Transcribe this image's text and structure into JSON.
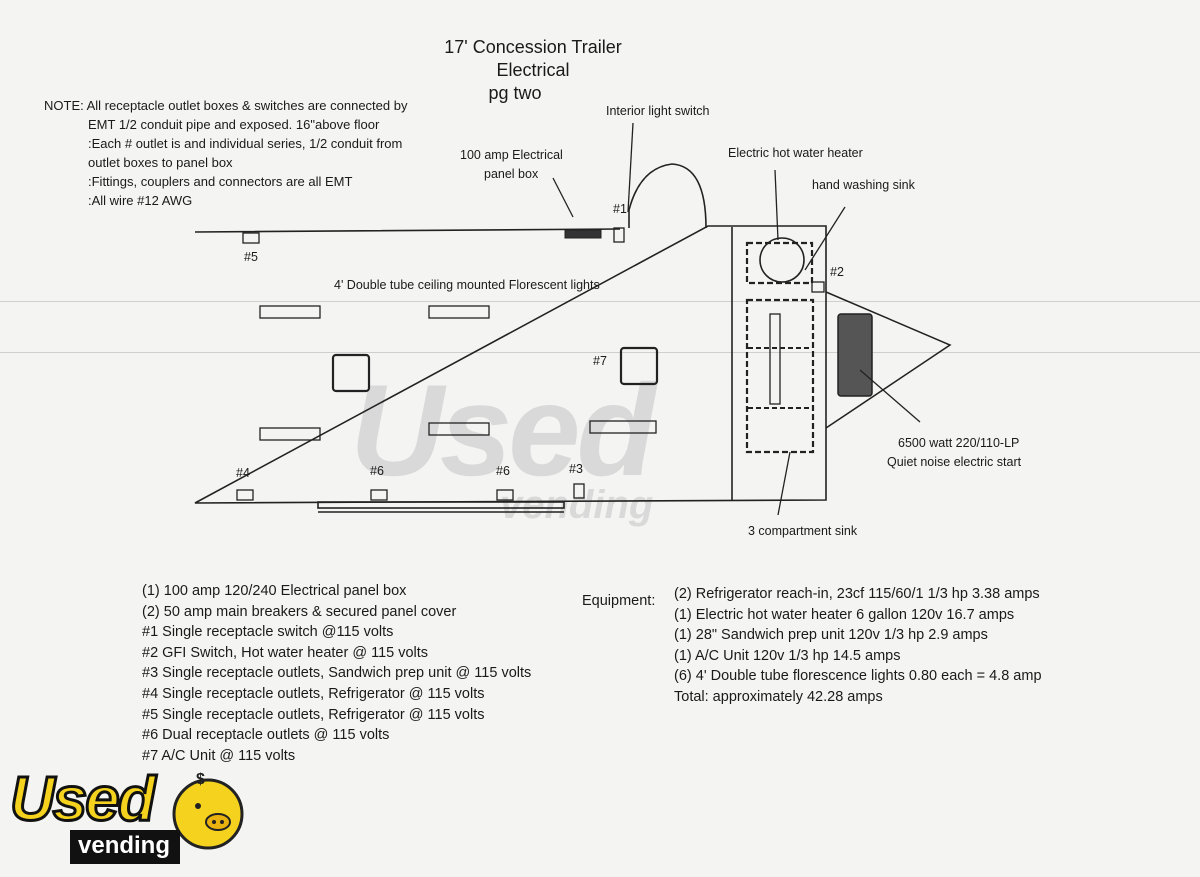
{
  "title": {
    "line1": "17' Concession Trailer",
    "line2": "Electrical",
    "line3": "pg two"
  },
  "note": {
    "line1": "NOTE: All receptacle outlet boxes & switches are connected by",
    "line2": "EMT 1/2 conduit pipe and exposed. 16\"above floor",
    "line3": ":Each # outlet is and individual series, 1/2 conduit from",
    "line4": "outlet boxes to panel box",
    "line5": ":Fittings, couplers and connectors are all EMT",
    "line6": ":All wire #12 AWG"
  },
  "labels": {
    "interior_switch": "Interior light switch",
    "panel_box_1": "100 amp Electrical",
    "panel_box_2": "panel box",
    "hot_water": "Electric hot water heater",
    "hand_sink": "hand washing sink",
    "lights": "4' Double tube ceiling mounted Florescent lights",
    "generator_1": "6500 watt 220/110-LP",
    "generator_2": "Quiet noise electric start",
    "comp_sink": "3 compartment sink"
  },
  "markers": {
    "m1": "#1",
    "m2": "#2",
    "m3": "#3",
    "m4": "#4",
    "m5": "#5",
    "m6a": "#6",
    "m6b": "#6",
    "m7": "#7"
  },
  "legend_left": [
    "(1) 100 amp 120/240 Electrical  panel box",
    "(2) 50 amp main breakers & secured panel cover",
    "#1 Single receptacle switch @115 volts",
    "#2 GFI Switch, Hot water heater @ 115 volts",
    "#3 Single receptacle outlets, Sandwich prep unit @ 115 volts",
    "#4 Single receptacle outlets, Refrigerator @ 115 volts",
    "#5 Single receptacle outlets, Refrigerator @ 115 volts",
    "#6 Dual receptacle outlets @ 115 volts",
    "#7 A/C Unit @ 115 volts"
  ],
  "equipment": {
    "heading": "Equipment:",
    "items": [
      "(2) Refrigerator reach-in,  23cf 115/60/1 1/3 hp 3.38 amps",
      "(1) Electric hot water heater 6 gallon  120v 16.7 amps",
      "(1) 28\" Sandwich prep unit  120v 1/3 hp 2.9 amps",
      "(1) A/C Unit  120v  1/3 hp 14.5 amps",
      "(6) 4' Double tube florescence lights 0.80 each = 4.8 amp"
    ],
    "total": "Total: approximately   42.28 amps"
  },
  "watermark": {
    "big": "Used",
    "small": "vending"
  },
  "logo": {
    "word": "Used",
    "sub": "vending"
  },
  "colors": {
    "ink": "#1a1a1a",
    "logo_yellow": "#f4d21e",
    "watermark": "#d9d9d9"
  }
}
